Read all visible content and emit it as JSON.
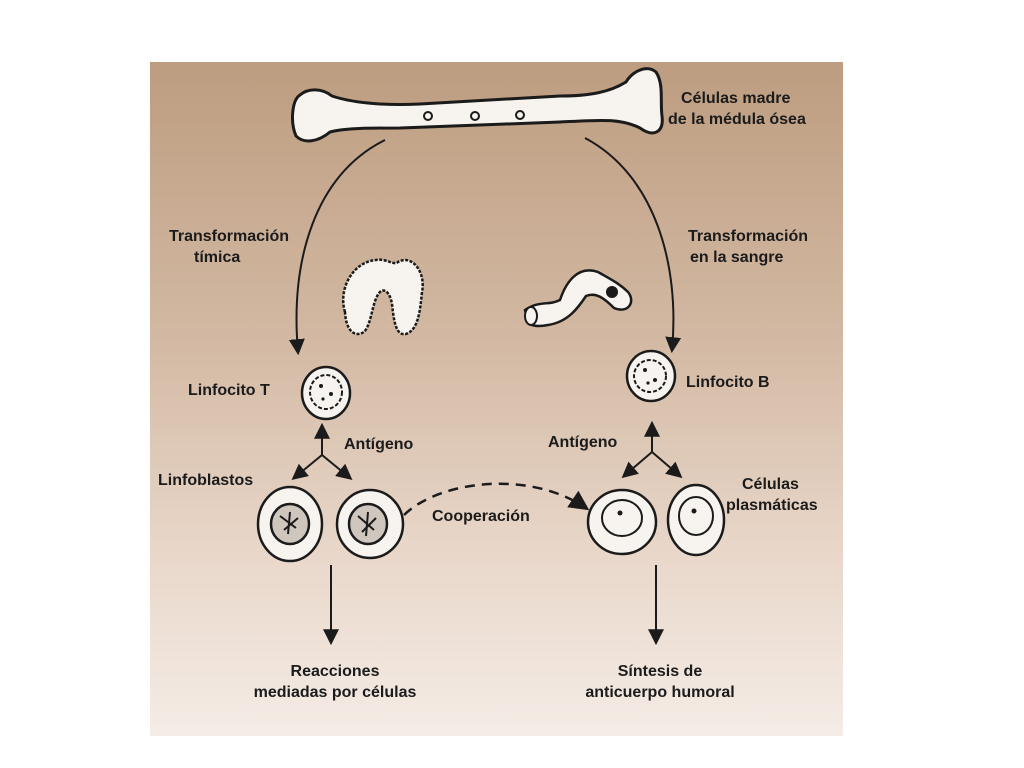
{
  "labels": {
    "stem_cells_line1": "Células madre",
    "stem_cells_line2": "de la médula ósea",
    "thymic_line1": "Transformación",
    "thymic_line2": "tímica",
    "blood_line1": "Transformación",
    "blood_line2": "en la sangre",
    "t_lymphocyte": "Linfocito T",
    "b_lymphocyte": "Linfocito B",
    "antigen_left": "Antígeno",
    "antigen_right": "Antígeno",
    "lymphoblasts": "Linfoblastos",
    "plasma_line1": "Células",
    "plasma_line2": "plasmáticas",
    "cooperation": "Cooperación",
    "cell_reactions_line1": "Reacciones",
    "cell_reactions_line2": "mediadas por células",
    "humoral_line1": "Síntesis de",
    "humoral_line2": "anticuerpo humoral"
  },
  "colors": {
    "panel_top": "#bd9d80",
    "panel_bottom": "#f4ece6",
    "ink": "#1b1b1b",
    "cell_fill": "#f7f3ee"
  }
}
